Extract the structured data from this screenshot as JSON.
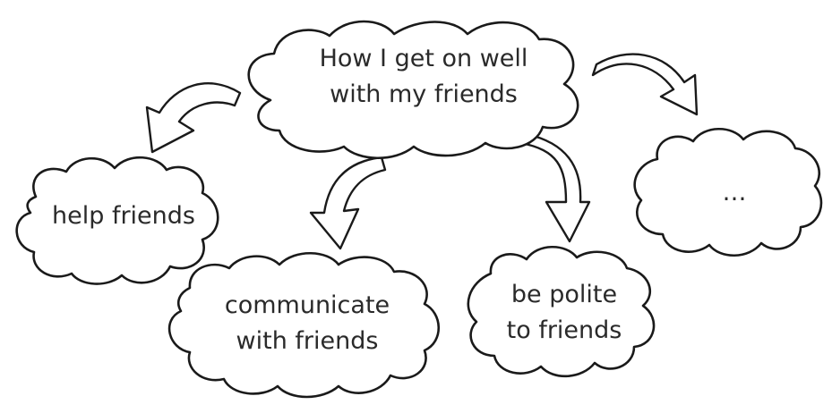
{
  "diagram": {
    "title_node": {
      "lines": [
        "How I get on well",
        "with my friends"
      ]
    },
    "nodes": [
      {
        "id": "help",
        "lines": [
          "help friends"
        ]
      },
      {
        "id": "communicate",
        "lines": [
          "communicate",
          "with friends"
        ]
      },
      {
        "id": "polite",
        "lines": [
          "be polite",
          "to friends"
        ]
      },
      {
        "id": "more",
        "lines": [
          "…"
        ]
      }
    ],
    "line_color": "#1a1a1a",
    "text_color": "#2a2a2a"
  }
}
